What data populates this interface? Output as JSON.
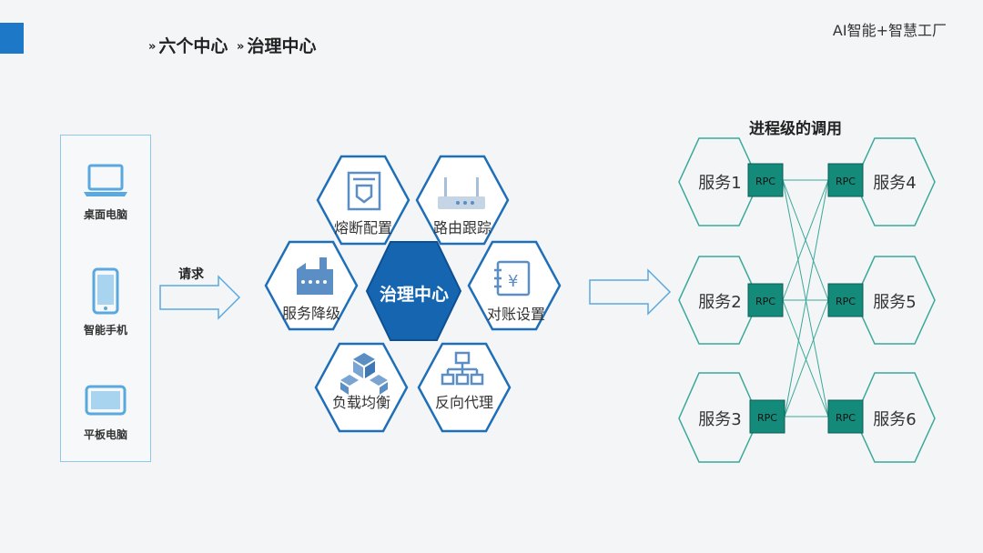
{
  "header": {
    "breadcrumb_1": "六个中心",
    "breadcrumb_2": "治理中心",
    "brand": "AI智能+智慧工厂"
  },
  "devices": [
    {
      "label": "桌面电脑",
      "icon": "laptop-icon"
    },
    {
      "label": "智能手机",
      "icon": "smartphone-icon"
    },
    {
      "label": "平板电脑",
      "icon": "tablet-icon"
    }
  ],
  "request_label": "请求",
  "governance": {
    "center": "治理中心",
    "modules": [
      {
        "label": "熔断配置",
        "icon": "shield-document-icon"
      },
      {
        "label": "路由跟踪",
        "icon": "router-icon"
      },
      {
        "label": "服务降级",
        "icon": "factory-icon"
      },
      {
        "label": "对账设置",
        "icon": "ledger-yen-icon"
      },
      {
        "label": "负载均衡",
        "icon": "cubes-icon"
      },
      {
        "label": "反向代理",
        "icon": "network-tree-icon"
      }
    ]
  },
  "rpc": {
    "title": "进程级的调用",
    "badge": "RPC",
    "services": [
      "服务1",
      "服务2",
      "服务3",
      "服务4",
      "服务5",
      "服务6"
    ]
  },
  "colors": {
    "accent": "#1e78c8",
    "hex_border": "#1f6fb8",
    "center_fill": "#1565b0",
    "icon": "#5b8ec4",
    "rpc_fill": "#138a7a",
    "service_border": "#3aa89a"
  }
}
